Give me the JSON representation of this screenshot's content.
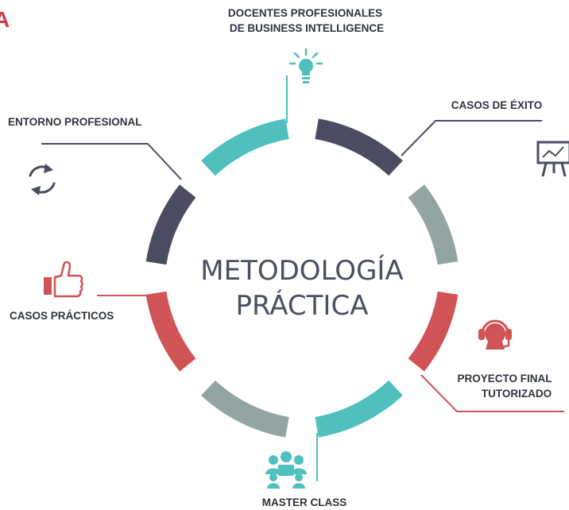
{
  "edge_fragment": "A",
  "center": {
    "line1": "METODOLOGÍA",
    "line2": "PRÁCTICA"
  },
  "nodes": {
    "docentes": {
      "line1": "DOCENTES PROFESIONALES",
      "line2": "DE BUSINESS INTELLIGENCE",
      "icon": "lightbulb-icon"
    },
    "casos_exito": {
      "line1": "CASOS DE ÉXITO",
      "icon": "presentation-chart-icon"
    },
    "entorno": {
      "line1": "ENTORNO PROFESIONAL",
      "icon": "refresh-cycle-icon"
    },
    "casos_practicos": {
      "line1": "CASOS PRÁCTICOS",
      "icon": "thumbs-up-icon"
    },
    "proyecto": {
      "line1": "PROYECTO FINAL",
      "line2": "TUTORIZADO",
      "icon": "headset-icon"
    },
    "master": {
      "line1": "MASTER CLASS",
      "icon": "group-icon"
    }
  },
  "colors": {
    "teal": "#4fc0bd",
    "navy": "#4a4d62",
    "gray_green": "#93a5a3",
    "red": "#d05356",
    "text": "#2f3340",
    "brand_red": "#d2394a"
  }
}
